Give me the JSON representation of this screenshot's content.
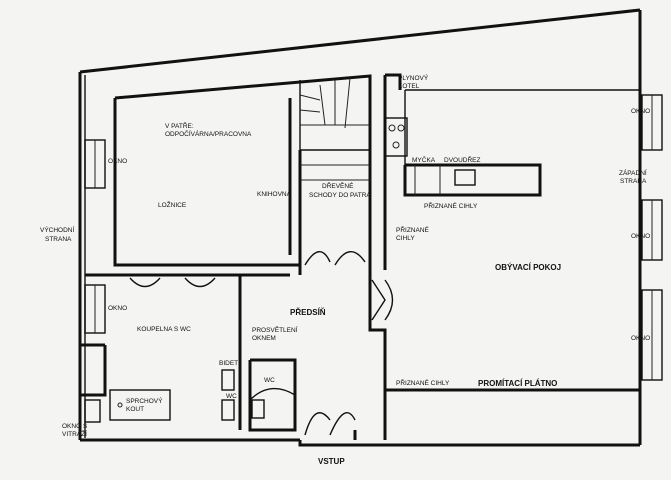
{
  "labels": {
    "v_patre_1": "V PATŘE:",
    "v_patre_2": "ODPOČÍVÁRNA/PRACOVNA",
    "okno_left": "OKNO",
    "loznice": "LOŽNICE",
    "knihovna": "KNIHOVNA",
    "schody_1": "DŘEVĚNÉ",
    "schody_2": "SCHODY DO PATRA",
    "vychodni_1": "VÝCHODNÍ",
    "vychodni_2": "STRANA",
    "okno_bath": "OKNO",
    "koupelna": "KOUPELNA S WC",
    "predsin": "PŘEDSÍŇ",
    "prosvetleni_1": "PROSVĚTLENÍ",
    "prosvetleni_2": "OKNEM",
    "bidet": "BIDET",
    "wc_1": "WC",
    "wc_2": "WC",
    "sprchovy_1": "SPRCHOVÝ",
    "sprchovy_2": "KOUT",
    "okno_vitraz_1": "OKNO S",
    "okno_vitraz_2": "VITRÁŽÍ",
    "vstup": "VSTUP",
    "plynovy_1": "PLYNOVÝ",
    "plynovy_2": "KOTEL",
    "mycka": "MYČKA",
    "dvoudrez": "DVOUDŘEZ",
    "priznane_1": "PŘIZNANÉ CIHLY",
    "priznane_2a": "PŘIZNANÉ",
    "priznane_2b": "CIHLY",
    "obyvaci": "OBÝVACÍ POKOJ",
    "priznane_3": "PŘIZNANÉ CIHLY",
    "promitaci": "PROMÍTACÍ PLÁTNO",
    "okno_r1": "OKNO",
    "zapadni_1": "ZÁPADNÍ",
    "zapadni_2": "STRANA",
    "okno_r2": "OKNO",
    "okno_r3": "OKNO"
  }
}
